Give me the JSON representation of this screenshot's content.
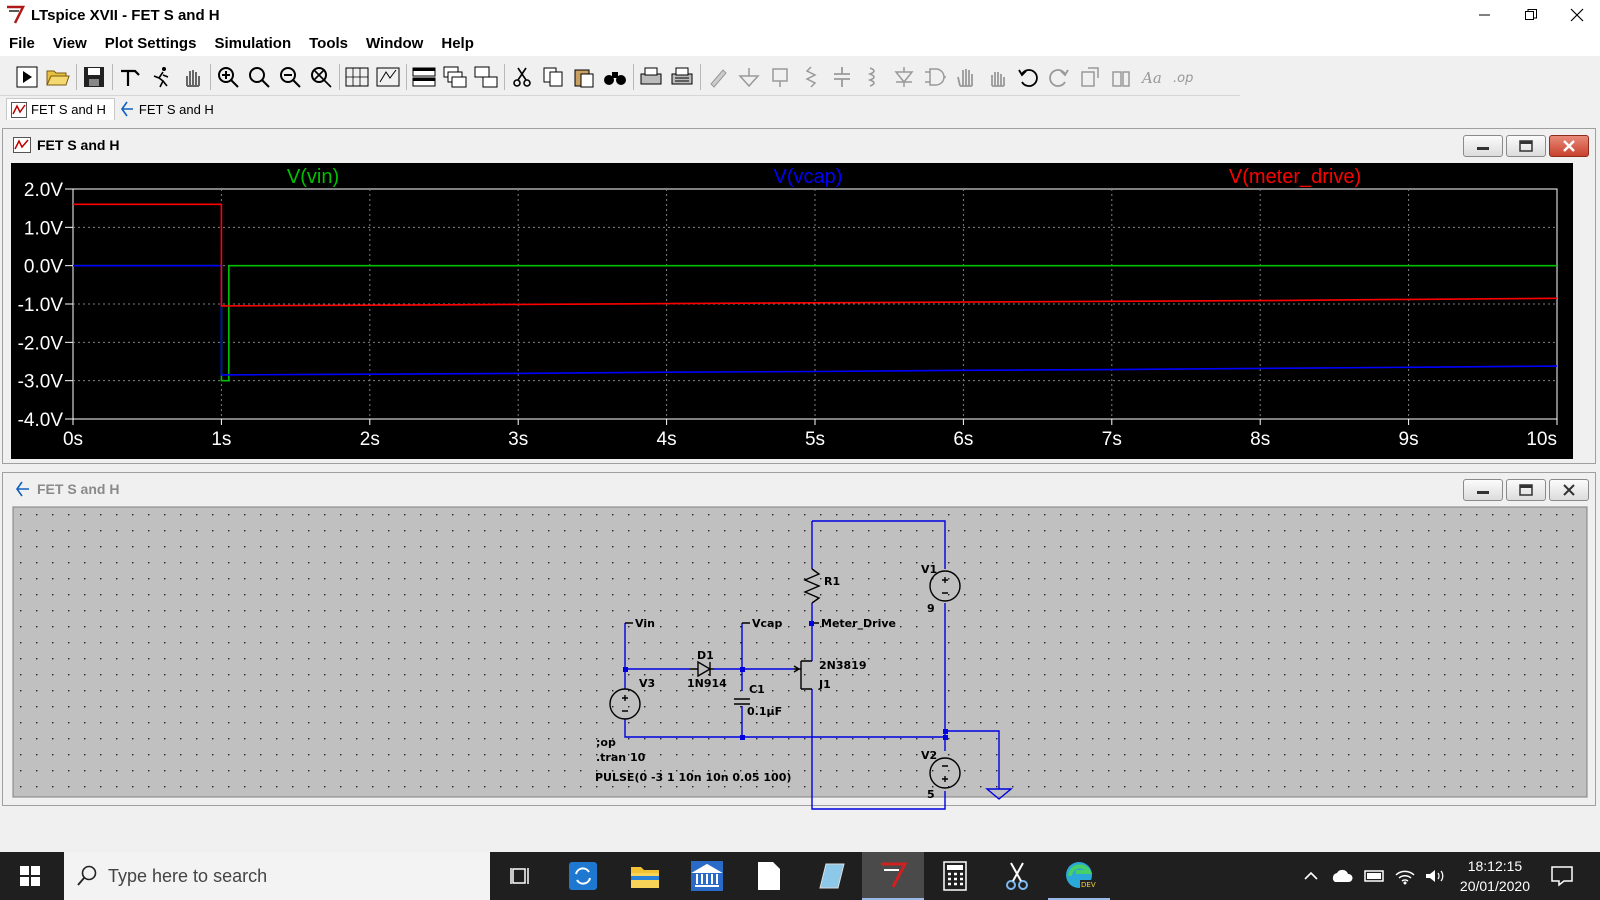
{
  "window": {
    "title": "LTspice XVII - FET S and H",
    "controls": [
      "minimize-icon",
      "restore-icon",
      "close-icon"
    ]
  },
  "menu": [
    "File",
    "View",
    "Plot Settings",
    "Simulation",
    "Tools",
    "Window",
    "Help"
  ],
  "doc_tabs": [
    {
      "label": "FET S and H",
      "icon": "waveform-icon",
      "active": true
    },
    {
      "label": "FET S and H",
      "icon": "schematic-icon",
      "active": false
    }
  ],
  "plot_window": {
    "title": "FET S and H"
  },
  "schematic_window": {
    "title": "FET S and H"
  },
  "chart_data": {
    "type": "line",
    "x": [
      0,
      1,
      1,
      2,
      3,
      4,
      5,
      6,
      7,
      8,
      9,
      10
    ],
    "xlim": [
      0,
      10
    ],
    "ylim": [
      -4,
      2
    ],
    "x_ticks": [
      "0s",
      "1s",
      "2s",
      "3s",
      "4s",
      "5s",
      "6s",
      "7s",
      "8s",
      "9s",
      "10s"
    ],
    "y_ticks": [
      "2.0V",
      "1.0V",
      "0.0V",
      "-1.0V",
      "-2.0V",
      "-3.0V",
      "-4.0V"
    ],
    "grid": true,
    "background": "#000000",
    "series": [
      {
        "name": "V(vin)",
        "color": "#00c000",
        "points": [
          [
            0,
            0
          ],
          [
            1,
            0
          ],
          [
            1,
            -3
          ],
          [
            1.05,
            -3
          ],
          [
            1.05,
            0
          ],
          [
            2,
            0
          ],
          [
            3,
            0
          ],
          [
            4,
            0
          ],
          [
            5,
            0
          ],
          [
            6,
            0
          ],
          [
            7,
            0
          ],
          [
            8,
            0
          ],
          [
            9,
            0
          ],
          [
            10,
            0
          ]
        ]
      },
      {
        "name": "V(vcap)",
        "color": "#0000ff",
        "points": [
          [
            0,
            0
          ],
          [
            1,
            0
          ],
          [
            1,
            -2.85
          ],
          [
            2,
            -2.83
          ],
          [
            3,
            -2.81
          ],
          [
            4,
            -2.78
          ],
          [
            5,
            -2.76
          ],
          [
            6,
            -2.73
          ],
          [
            7,
            -2.71
          ],
          [
            8,
            -2.68
          ],
          [
            9,
            -2.65
          ],
          [
            10,
            -2.62
          ]
        ]
      },
      {
        "name": "V(meter_drive)",
        "color": "#ff0000",
        "points": [
          [
            0,
            1.6
          ],
          [
            1,
            1.6
          ],
          [
            1,
            -1.05
          ],
          [
            2,
            -1.03
          ],
          [
            3,
            -1.01
          ],
          [
            4,
            -0.99
          ],
          [
            5,
            -0.97
          ],
          [
            6,
            -0.95
          ],
          [
            7,
            -0.93
          ],
          [
            8,
            -0.91
          ],
          [
            9,
            -0.88
          ],
          [
            10,
            -0.85
          ]
        ]
      }
    ]
  },
  "schematic": {
    "labels": {
      "vin": "Vin",
      "vcap": "Vcap",
      "meter_drive": "Meter_Drive",
      "r1": "R1",
      "v1": "V1",
      "v1_value": "9",
      "d1": "D1",
      "d1_model": "1N914",
      "c1": "C1",
      "c1_value": "0.1µF",
      "j1_model": "2N3819",
      "j1": "J1",
      "v3": "V3",
      "v2": "V2",
      "v2_value": "5",
      "directive_op": ";op",
      "directive_tran": ".tran 10",
      "v3_value": "PULSE(0 -3 1 10n 10n 0.05 100)"
    }
  },
  "taskbar": {
    "search_placeholder": "Type here to search",
    "time": "18:12:15",
    "date": "20/01/2020"
  }
}
